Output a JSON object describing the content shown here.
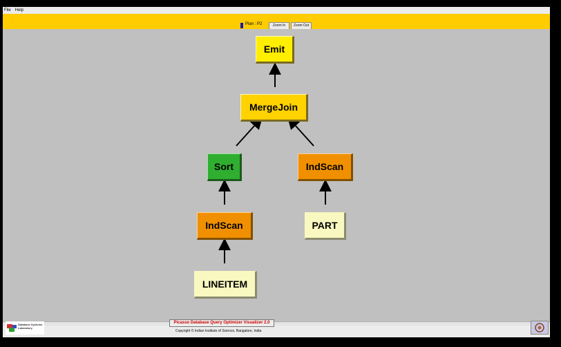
{
  "menu": [
    "File",
    "Help"
  ],
  "toolbar": {
    "plan_label": "Plan : P2",
    "zoom_in": "Zoom In",
    "zoom_out": "Zoom Out"
  },
  "nodes": {
    "emit": "Emit",
    "mergejoin": "MergeJoin",
    "sort": "Sort",
    "indscan_right": "IndScan",
    "indscan_left": "IndScan",
    "part": "PART",
    "lineitem": "LINEITEM"
  },
  "footer": {
    "title": "Picasso Database Query Optimizer Visualizer 2.0",
    "copyright": "Copyright © Indian Institute of Science, Bangalore, India",
    "logo_text": "Database Systems Laboratory"
  },
  "colors": {
    "toolbar": "#ffcc00",
    "canvas": "#c0c0c0",
    "emit": "#ffee00",
    "mergejoin": "#ffd200",
    "sort": "#2fae2f",
    "indscan": "#f09000",
    "relation": "#f8f8c0"
  }
}
